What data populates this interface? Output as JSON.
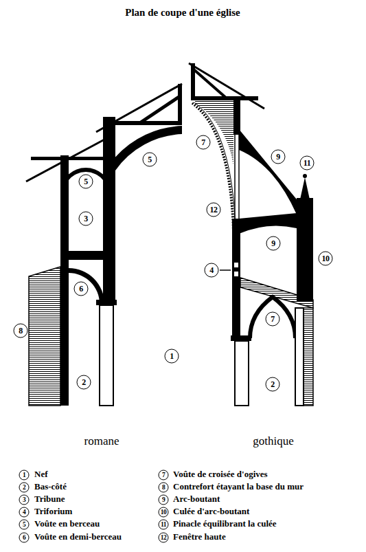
{
  "diagram": {
    "title": "Plan de coupe d'une église",
    "labels": [
      "5",
      "5",
      "3",
      "6",
      "8",
      "2",
      "7",
      "11",
      "9",
      "12",
      "9",
      "10",
      "4",
      "7",
      "2",
      "1",
      "romane",
      "gothique",
      "1",
      "2",
      "3",
      "4",
      "5",
      "6",
      "7",
      "8",
      "9",
      "10",
      "11",
      "12"
    ],
    "legend": [
      {
        "text": "Nef"
      },
      {
        "text": "Bas-côté"
      },
      {
        "text": "Tribune"
      },
      {
        "text": "Triforium"
      },
      {
        "text": "Voûte en berceau"
      },
      {
        "text": "Voûte en demi-berceau"
      },
      {
        "text": "Voûte de croisée d'ogives"
      },
      {
        "text": "Contrefort étayant la base du mur"
      },
      {
        "text": "Arc-boutant"
      },
      {
        "text": "Culée d'arc-boutant"
      },
      {
        "text": "Pinacle équilibrant la culée"
      },
      {
        "text": "Fenêtre haute"
      }
    ]
  }
}
